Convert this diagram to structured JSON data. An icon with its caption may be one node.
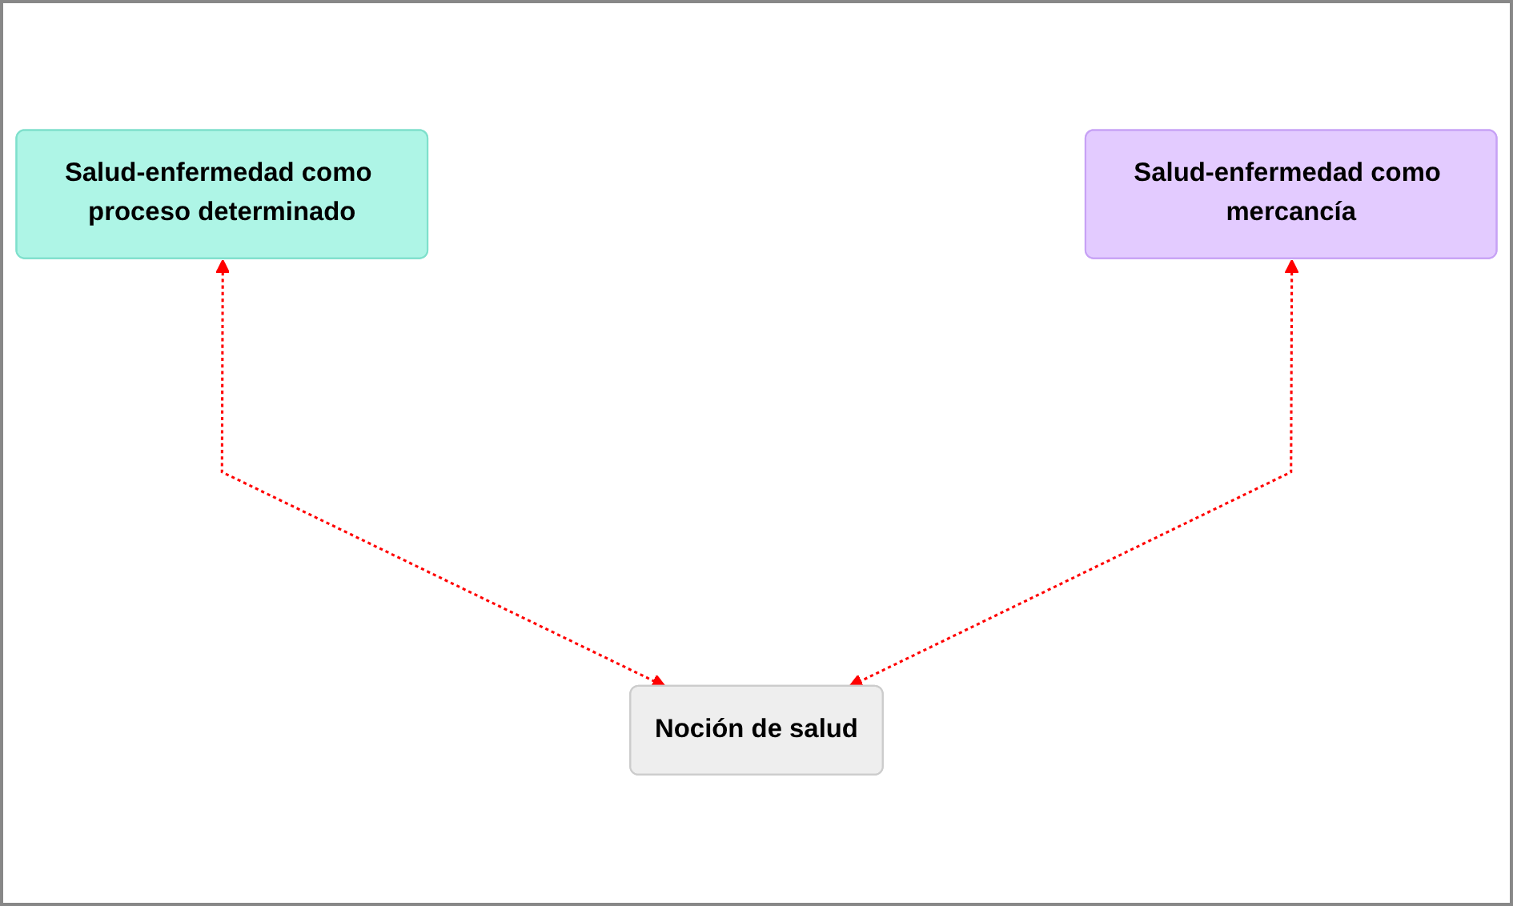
{
  "diagram": {
    "nodes": [
      {
        "text": [
          "Salud-enfermedad como proceso determinado"
        ]
      },
      {
        "text": [
          "Salud-enfermedad como mercancía"
        ]
      },
      {
        "text": [
          "Noción de salud"
        ]
      }
    ],
    "edges": [
      {
        "from": 0,
        "to": 2,
        "arrow": "both",
        "style": "dashed",
        "color": "#ff0000"
      },
      {
        "from": 1,
        "to": 2,
        "arrow": "both",
        "style": "dashed",
        "color": "#ff0000"
      }
    ]
  }
}
